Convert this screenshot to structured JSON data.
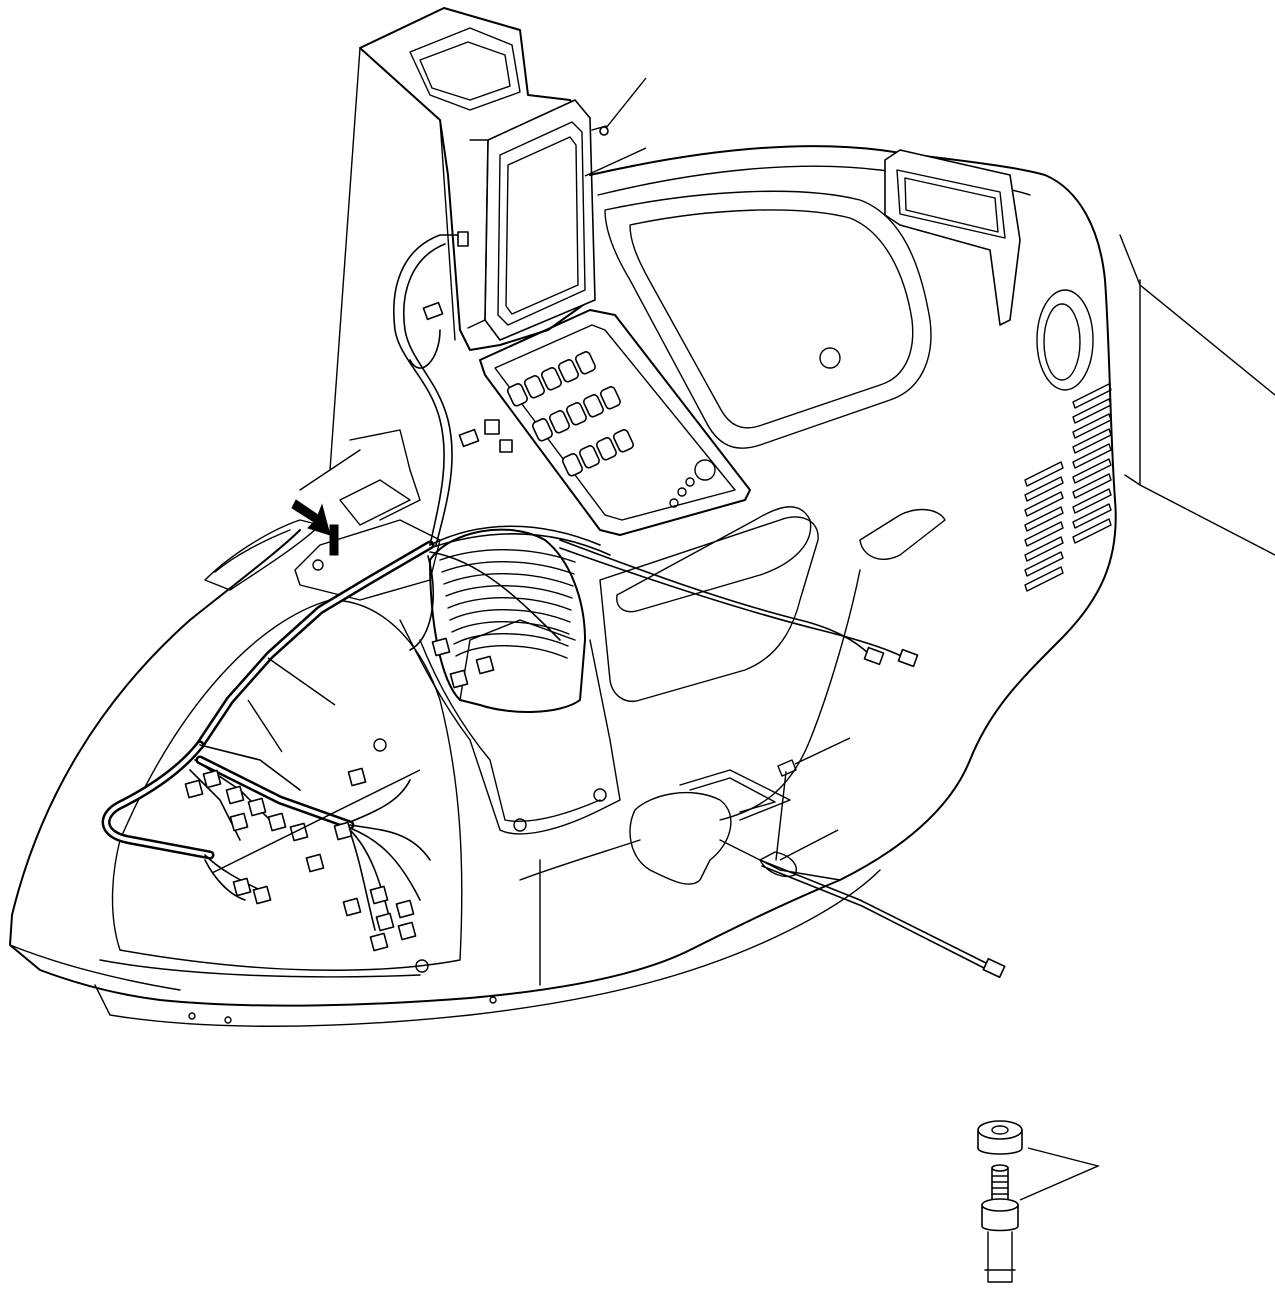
{
  "drawing": {
    "components": [
      "operator-cab-console",
      "monitor-panel",
      "switch-panel",
      "control-lever-boot",
      "wiring-harness",
      "connectors",
      "detail-bolt-and-nut"
    ],
    "callout_count": 7,
    "label_text": []
  }
}
